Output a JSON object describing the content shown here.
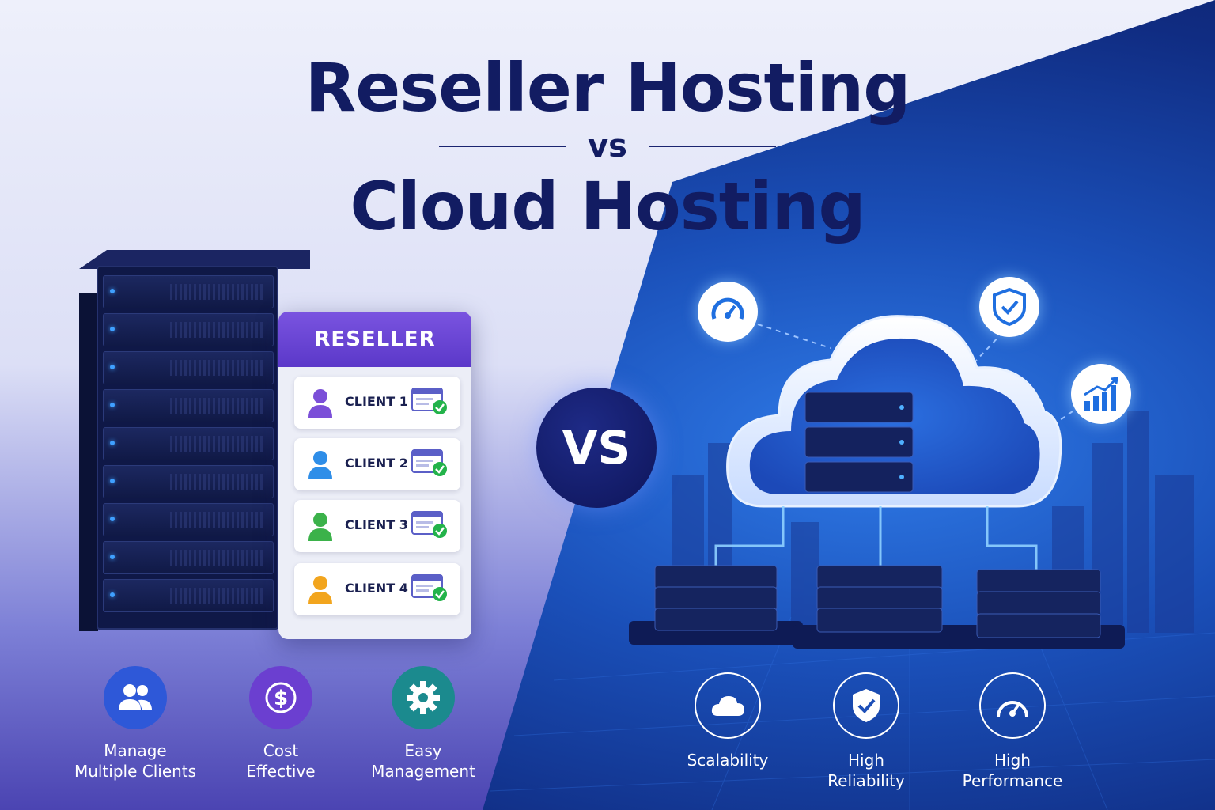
{
  "title": {
    "line1": "Reseller Hosting",
    "vs_small": "vs",
    "line2": "Cloud Hosting"
  },
  "reseller_panel": {
    "header": "RESELLER",
    "clients": [
      {
        "label": "CLIENT 1",
        "avatar_color": "#7b4fd8"
      },
      {
        "label": "CLIENT 2",
        "avatar_color": "#2f8ee8"
      },
      {
        "label": "CLIENT 3",
        "avatar_color": "#3bb24a"
      },
      {
        "label": "CLIENT 4",
        "avatar_color": "#f2a51e"
      }
    ]
  },
  "vs_badge": "VS",
  "reseller_features": [
    {
      "line1": "Manage",
      "line2": "Multiple Clients",
      "icon": "users-icon",
      "color": "#2e58d8"
    },
    {
      "line1": "Cost",
      "line2": "Effective",
      "icon": "dollar-icon",
      "color": "#6b3fd0"
    },
    {
      "line1": "Easy",
      "line2": "Management",
      "icon": "gear-icon",
      "color": "#1b8a8e"
    }
  ],
  "cloud_features": [
    {
      "line1": "",
      "line2": "Scalability",
      "icon": "cloud-icon"
    },
    {
      "line1": "High",
      "line2": "Reliability",
      "icon": "shield-check-icon"
    },
    {
      "line1": "High",
      "line2": "Performance",
      "icon": "speedometer-icon"
    }
  ],
  "cloud_badges": [
    "speedometer-icon",
    "shield-check-icon",
    "growth-chart-icon"
  ],
  "colors": {
    "title": "#121c62",
    "accent_blue": "#2f7be8",
    "led_blue": "#3fa0ff"
  }
}
